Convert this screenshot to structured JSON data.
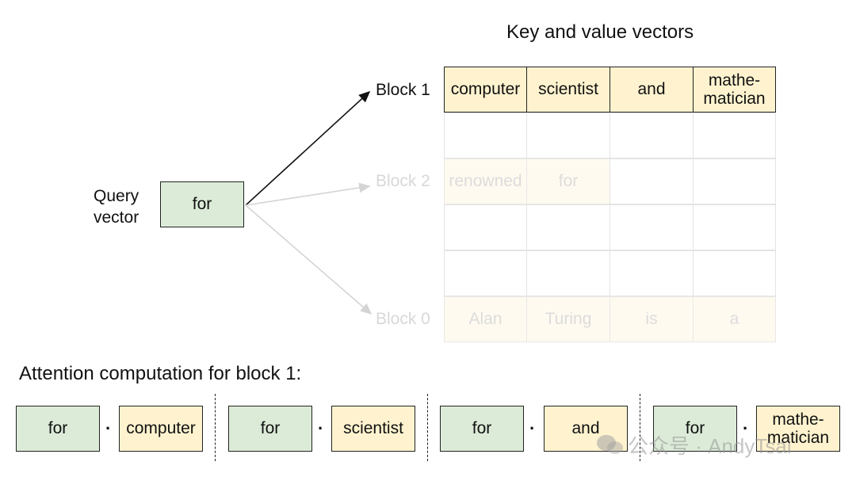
{
  "title": "Key and value vectors",
  "query": {
    "label": "Query\nvector",
    "token": "for"
  },
  "blocks": [
    {
      "label": "Block 1",
      "tokens": [
        "computer",
        "scientist",
        "and",
        "mathe-\nmatician"
      ]
    },
    {
      "label": "Block 2",
      "tokens": [
        "renowned",
        "for",
        "",
        ""
      ]
    },
    {
      "label": "Block 0",
      "tokens": [
        "Alan",
        "Turing",
        "is",
        "a"
      ]
    }
  ],
  "attention": {
    "heading": "Attention computation for block 1:",
    "dot": "·",
    "pairs": [
      {
        "query": "for",
        "key": "computer"
      },
      {
        "query": "for",
        "key": "scientist"
      },
      {
        "query": "for",
        "key": "and"
      },
      {
        "query": "for",
        "key": "mathe-\nmatician"
      }
    ]
  },
  "watermark": "公众号 · AndyTsai"
}
